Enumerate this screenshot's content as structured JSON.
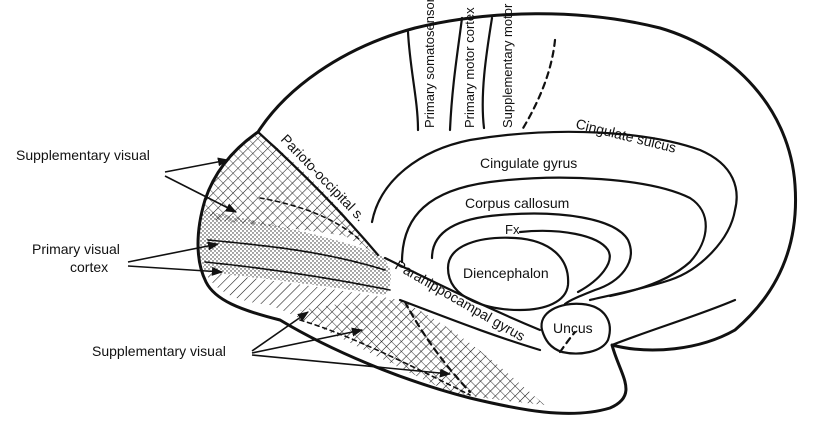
{
  "labels": {
    "primary_somatosensory": "Primary somatosensory",
    "primary_motor_cortex": "Primary motor cortex",
    "supplementary_motor_area": "Supplementary motor area",
    "cingulate_sulcus": "Cingulate sulcus",
    "cingulate_gyrus": "Cingulate gyrus",
    "corpus_callosum": "Corpus callosum",
    "fx": "Fx",
    "diencephalon": "Diencephalon",
    "uncus": "Uncus",
    "parahippocampal_gyrus": "Parahippocampal gyrus",
    "parioto_occipital_s": "Parioto-occipital s.",
    "supplementary_visual_top": "Supplementary visual",
    "primary_visual_cortex_1": "Primary visual",
    "primary_visual_cortex_2": "cortex",
    "supplementary_visual_bottom": "Supplementary visual"
  },
  "colors": {
    "ink": "#111111",
    "background": "#ffffff"
  }
}
